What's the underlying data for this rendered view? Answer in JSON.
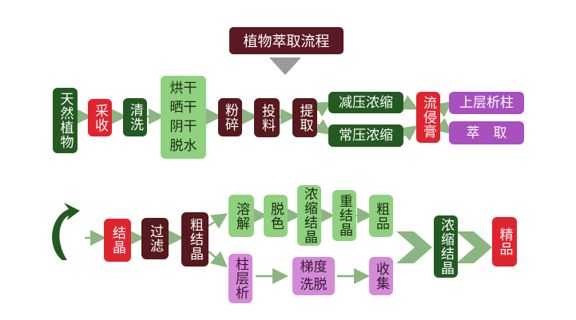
{
  "title": "植物萃取流程",
  "row1": {
    "tianran": "天然植物",
    "caishou": "采收",
    "qingxi": "清洗",
    "honggan": "烘干晒干阴干脱水",
    "fensui": "粉碎",
    "touliao": "投料",
    "tiqu": "提取",
    "jianya": "减压浓缩",
    "changya": "常压浓缩",
    "liujingao": "流侵膏",
    "shangceng": "上层析柱",
    "cuiqu": "萃　取"
  },
  "row2": {
    "jiejing": "结晶",
    "guolv": "过滤",
    "cujiejing": "粗结晶",
    "rongjie": "溶解",
    "tuose": "脱色",
    "nongsuojiejing": "浓缩结晶",
    "chongjiejing": "重结晶",
    "cupin": "粗品",
    "zhucengxi": "柱层析",
    "tiduxituo": "梯度洗脱",
    "shouji": "收集",
    "nongsuojiejing2": "浓缩结晶",
    "jingpin": "精品"
  },
  "colors": {
    "dark_green": "#245a21",
    "red": "#e0242f",
    "light_green": "#8fd17f",
    "brown": "#56191e",
    "purple": "#a850bd",
    "pink": "#d58ad8",
    "arrow": "#8bb581"
  }
}
